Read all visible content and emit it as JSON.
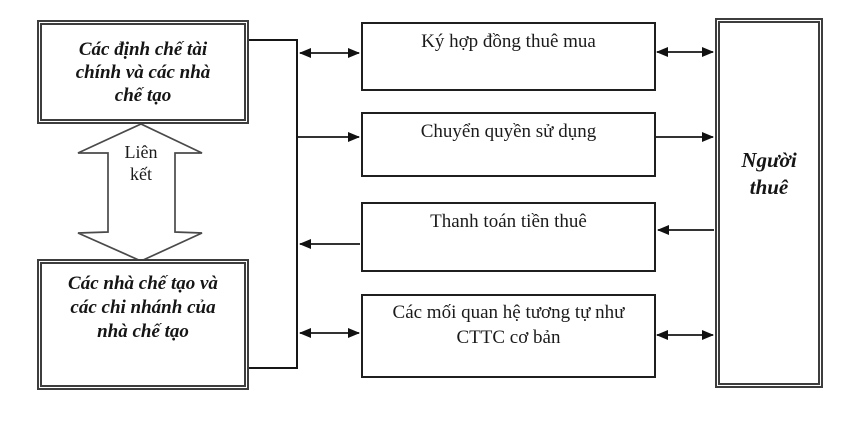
{
  "diagram": {
    "left_top_box": {
      "lines": [
        "Các định chế tài",
        "chính và các nhà",
        "chế tạo"
      ]
    },
    "link_arrow": {
      "lines": [
        "Liên",
        "kết"
      ]
    },
    "left_bottom_box": {
      "lines": [
        "Các nhà chế tạo và",
        "các chi nhánh của",
        "nhà chế tạo"
      ]
    },
    "middle_boxes": [
      {
        "lines": [
          "Ký hợp đồng thuê mua"
        ]
      },
      {
        "lines": [
          "Chuyển quyền sử dụng"
        ]
      },
      {
        "lines": [
          "Thanh toán tiền thuê"
        ]
      },
      {
        "lines": [
          "Các mối quan hệ tương tự như",
          "CTTC cơ bản"
        ]
      }
    ],
    "right_box": {
      "lines": [
        "Người",
        "thuê"
      ]
    },
    "colors": {
      "line": "#161616",
      "arrowhead": "#111111",
      "double_border": "#3d3d3d",
      "block_arrow_outline": "#4a4a4a",
      "background": "#ffffff"
    }
  }
}
